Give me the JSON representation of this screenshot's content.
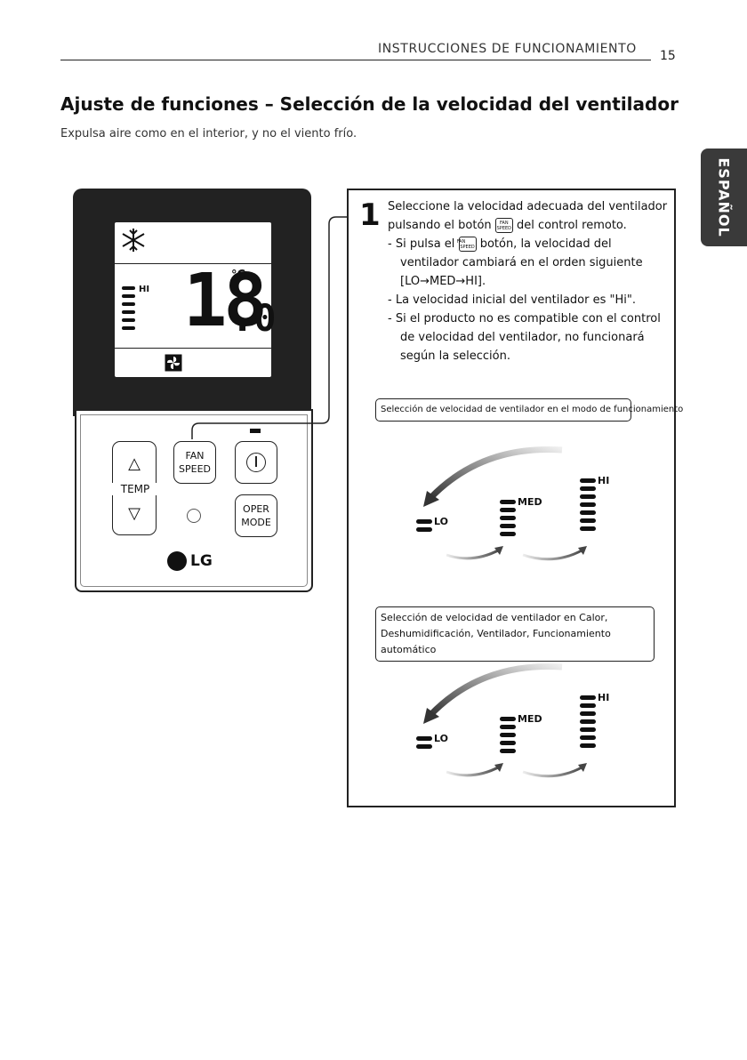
{
  "header": {
    "section": "INSTRUCCIONES DE FUNCIONAMIENTO",
    "page_number": "15",
    "language_tab": "ESPAÑOL"
  },
  "title": "Ajuste de funciones – Selección de la velocidad del ventilador",
  "subtitle": "Expulsa aire como en el interior, y no el viento frío.",
  "remote": {
    "display_digits": "18",
    "display_decimal": ".0",
    "display_unit": "°C",
    "display_level": "HI",
    "buttons": {
      "temp": "TEMP",
      "fan_speed_line1": "FAN",
      "fan_speed_line2": "SPEED",
      "oper_line1": "OPER",
      "oper_line2": "MODE"
    },
    "brand": "LG"
  },
  "step": {
    "number": "1",
    "line1": "Seleccione la velocidad adecuada del ventilador",
    "line2_pre": "pulsando el botón",
    "line2_post": "del control remoto.",
    "bullet1_pre": "- Si pulsa el",
    "bullet1_post": "botón, la velocidad del ventilador cambiará en el orden siguiente [LO→MED→HI].",
    "bullet2": "- La velocidad inicial del ventilador es \"Hi\".",
    "bullet3": "- Si el producto no es compatible con el control de velocidad del ventilador, no funcionará según la selección.",
    "mini_btn_top": "FAN",
    "mini_btn_bottom": "SPEED"
  },
  "diagram1": {
    "caption": "Selección de velocidad de ventilador en el modo de funcionamiento",
    "levels": [
      "LO",
      "MED",
      "HI"
    ]
  },
  "diagram2": {
    "caption": "Selección de velocidad de ventilador en Calor, Deshumidificación, Ventilador, Funcionamiento automático",
    "levels": [
      "LO",
      "MED",
      "HI"
    ]
  },
  "colors": {
    "remote_body": "#222222",
    "tab": "#3a3a3a"
  }
}
